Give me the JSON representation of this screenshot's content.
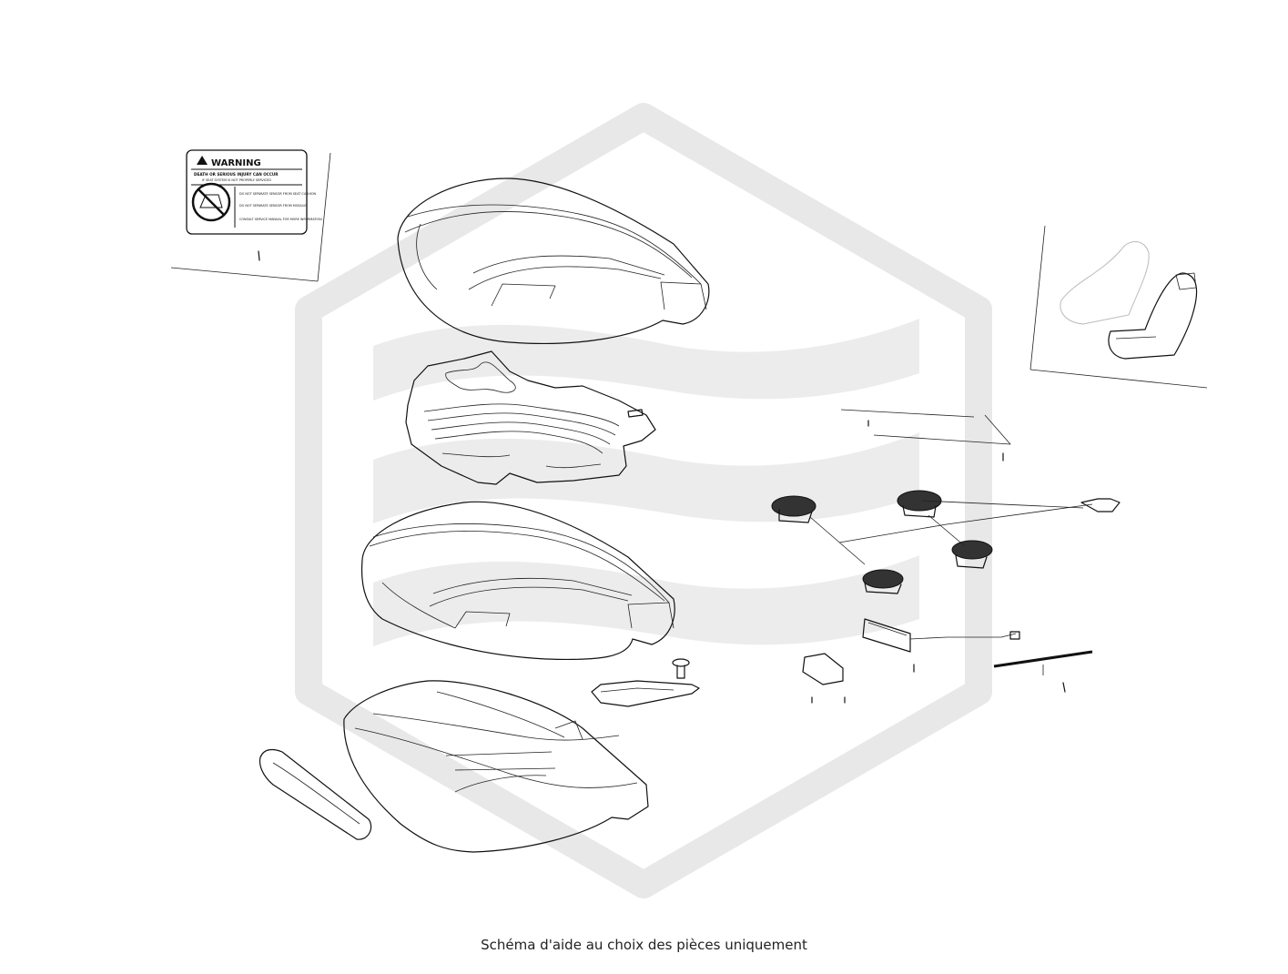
{
  "watermark": {
    "color": "#e6e6e6"
  },
  "warning_label": {
    "title": "WARNING",
    "headline": "DEATH OR SERIOUS INJURY CAN OCCUR",
    "subline": "IF SEAT SYSTEM IS NOT PROPERLY SERVICED",
    "items": [
      "DO NOT SEPARATE SENSOR FROM SEAT CUSHION",
      "DO NOT SEPARATE SENSOR FROM MODULE",
      "CONSULT SERVICE MANUAL FOR MORE INFORMATION"
    ]
  },
  "caption": "Schéma d'aide au choix des pièces uniquement"
}
